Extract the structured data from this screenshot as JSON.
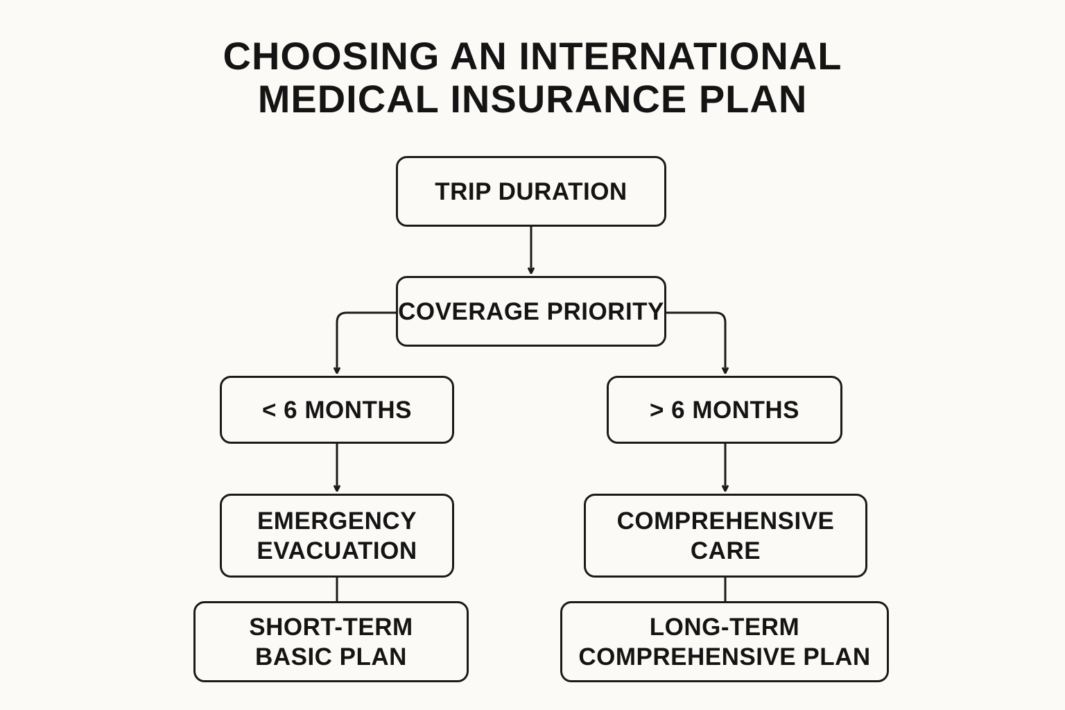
{
  "title": {
    "line1": "CHOOSING AN INTERNATIONAL",
    "line2": "MEDICAL INSURANCE PLAN"
  },
  "nodes": {
    "trip_duration": {
      "line1": "TRIP DURATION"
    },
    "coverage_priority": {
      "line1": "COVERAGE PRIORITY"
    },
    "less_6_months": {
      "line1": "< 6 MONTHS"
    },
    "more_6_months": {
      "line1": "> 6 MONTHS"
    },
    "emergency_evacuation": {
      "line1": "EMERGENCY",
      "line2": "EVACUATION"
    },
    "comprehensive_care": {
      "line1": "COMPREHENSIVE",
      "line2": "CARE"
    },
    "short_term_plan": {
      "line1": "SHORT-TERM",
      "line2": "BASIC PLAN"
    },
    "long_term_plan": {
      "line1": "LONG-TERM",
      "line2": "COMPREHENSIVE PLAN"
    }
  },
  "colors": {
    "background": "#fbfaf6",
    "ink": "#1a1a1a"
  }
}
